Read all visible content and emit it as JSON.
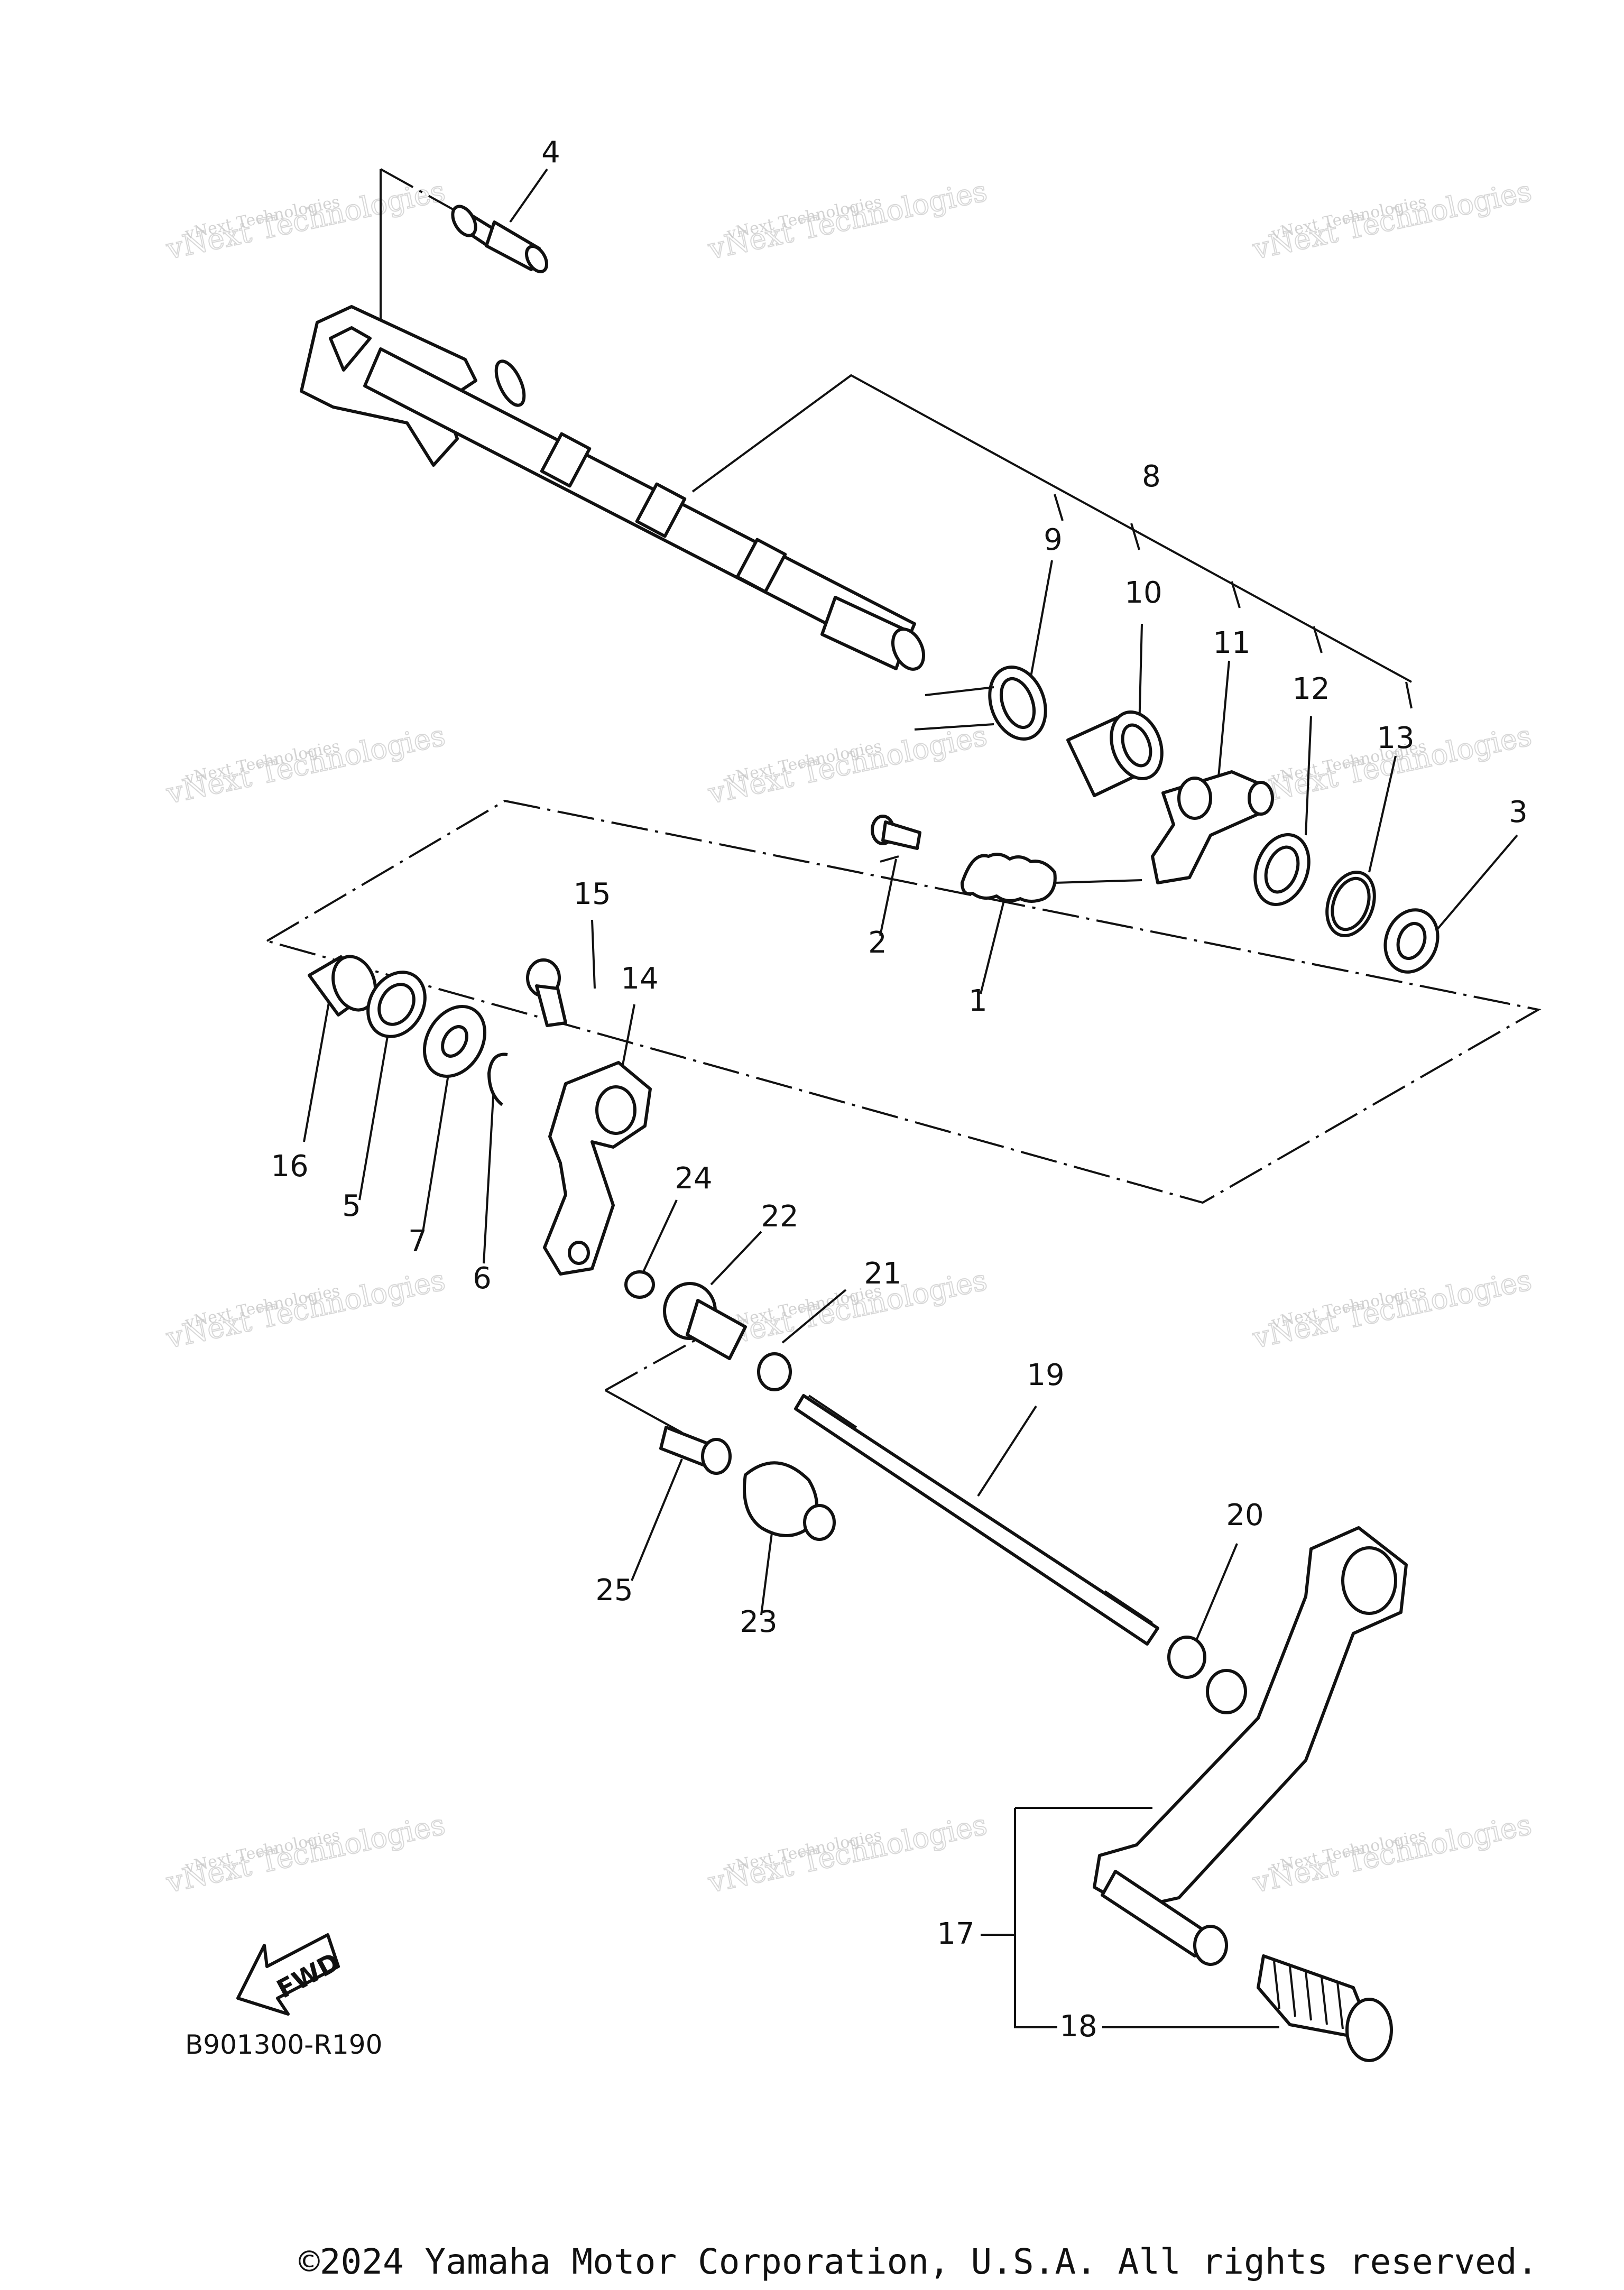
{
  "diagram": {
    "parts": [
      {
        "num": "1"
      },
      {
        "num": "2"
      },
      {
        "num": "3"
      },
      {
        "num": "4"
      },
      {
        "num": "5"
      },
      {
        "num": "6"
      },
      {
        "num": "7"
      },
      {
        "num": "8"
      },
      {
        "num": "9"
      },
      {
        "num": "10"
      },
      {
        "num": "11"
      },
      {
        "num": "12"
      },
      {
        "num": "13"
      },
      {
        "num": "14"
      },
      {
        "num": "15"
      },
      {
        "num": "16"
      },
      {
        "num": "17"
      },
      {
        "num": "18"
      },
      {
        "num": "19"
      },
      {
        "num": "20"
      },
      {
        "num": "21"
      },
      {
        "num": "22"
      },
      {
        "num": "23"
      },
      {
        "num": "24"
      },
      {
        "num": "25"
      }
    ],
    "diagram_code": "B901300-R190",
    "fwd_label": "FWD"
  },
  "watermark": {
    "line1": "vNext Technologies",
    "line2": "vNext Technologies"
  },
  "footer": {
    "copyright": "©2024 Yamaha Motor Corporation, U.S.A. All rights reserved."
  }
}
